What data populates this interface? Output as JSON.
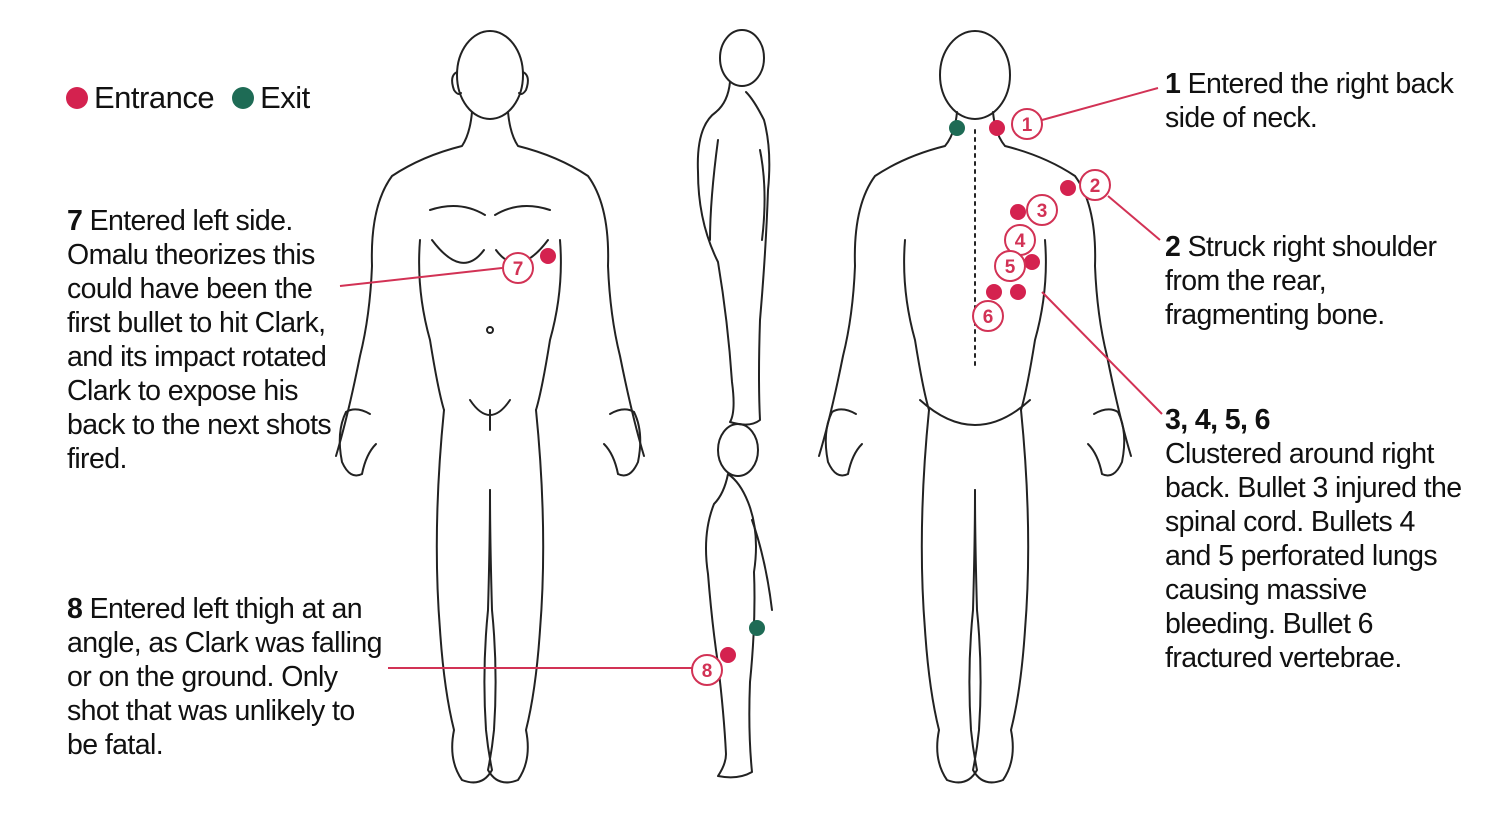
{
  "colors": {
    "entrance": "#d4224f",
    "exit": "#1e6b55",
    "line": "#d23255",
    "outline": "#222222"
  },
  "legend": {
    "entrance": "Entrance",
    "exit": "Exit"
  },
  "notes": {
    "n7": {
      "num": "7",
      "text": " Entered left side. Omalu theorizes this could have been the first bullet to hit Clark, and its impact rotated Clark to expose his back to the next shots fired."
    },
    "n8": {
      "num": "8",
      "text": " Entered left thigh at an angle, as Clark was falling or on the ground. Only shot that was unlikely to be fatal."
    },
    "n1": {
      "num": "1",
      "text": " Entered the right back side of neck."
    },
    "n2": {
      "num": "2",
      "text": " Struck right shoulder from the rear, fragmenting bone."
    },
    "n3456": {
      "num": "3, 4, 5, 6",
      "text": "Clustered around right back. Bullet 3 injured the spinal cord. Bullets 4 and 5 perforated lungs causing massive bleeding. Bullet 6 fractured vertebrae."
    }
  },
  "markers": [
    "1",
    "2",
    "3",
    "4",
    "5",
    "6",
    "7",
    "8"
  ]
}
